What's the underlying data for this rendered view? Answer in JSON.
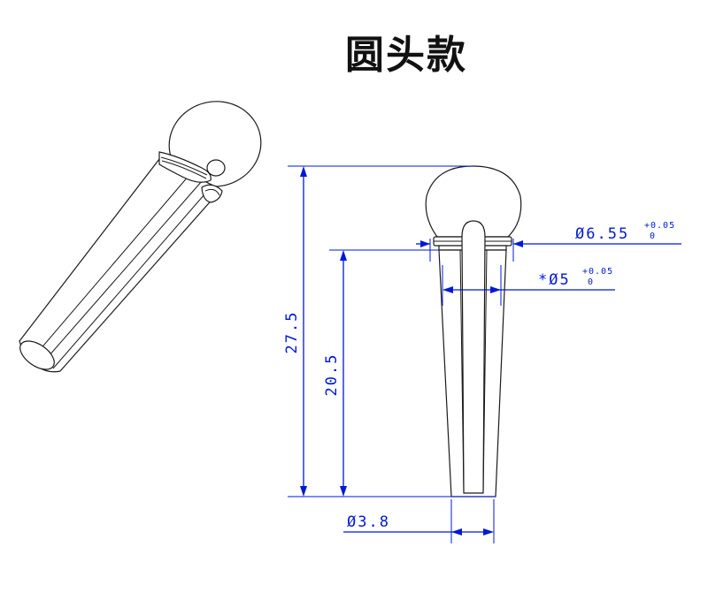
{
  "title": "圆头款",
  "colors": {
    "dimension": "#0018d8",
    "outline": "#1a1a1a",
    "background": "#ffffff"
  },
  "dimensions": {
    "total_length": "27.5",
    "shaft_length": "20.5",
    "head_diameter": {
      "symbol": "Ø",
      "value": "6.55",
      "tol_upper": "+0.05",
      "tol_lower": "0"
    },
    "collar_diameter": {
      "prefix": "*",
      "symbol": "Ø",
      "value": "5",
      "tol_upper": "+0.05",
      "tol_lower": "0"
    },
    "tip_diameter": {
      "symbol": "Ø",
      "value": "3.8"
    }
  }
}
